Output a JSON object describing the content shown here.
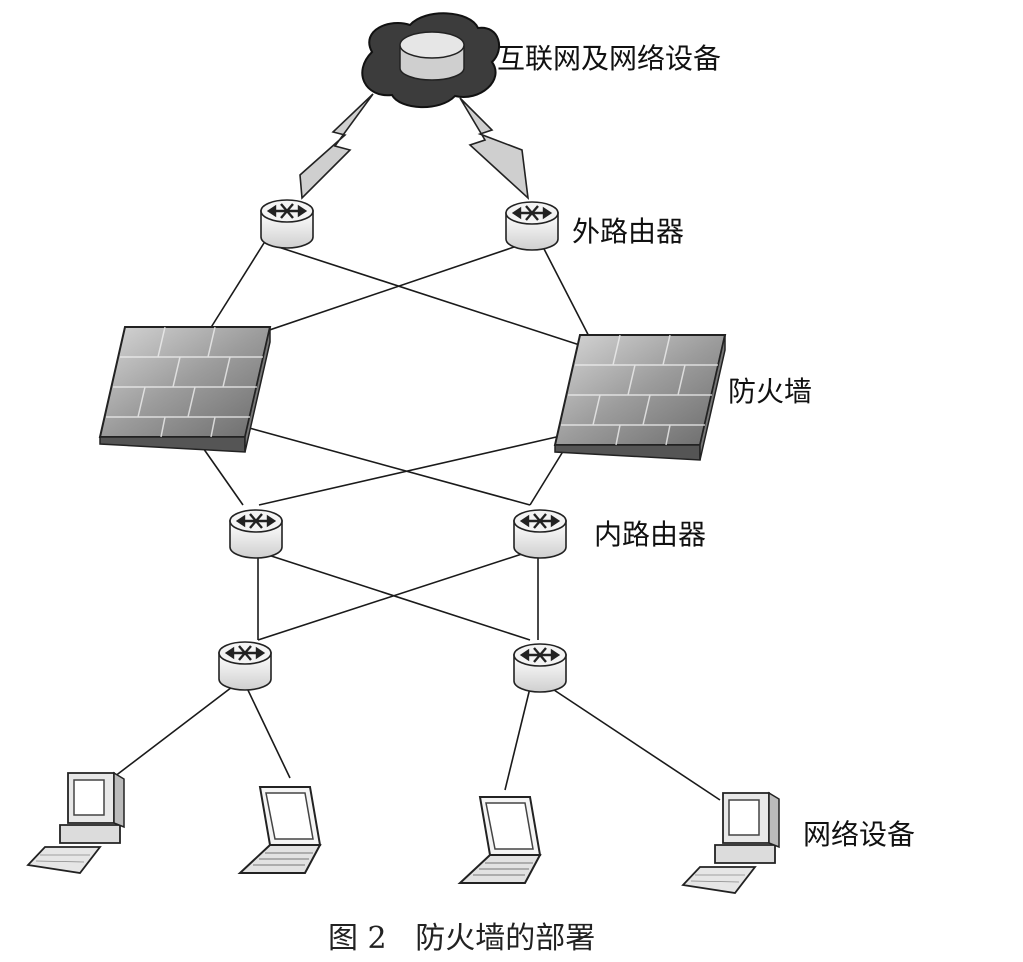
{
  "labels": {
    "internet": "互联网及网络设备",
    "outer_router": "外路由器",
    "firewall": "防火墙",
    "inner_router": "内路由器",
    "network_device": "网络设备"
  },
  "caption": "图 2   防火墙的部署",
  "colors": {
    "line": "#1a1a1a",
    "device_fill": "#e6e6e6",
    "firewall_fill": "#9a9a9a",
    "cloud": "#3a3a3a"
  }
}
